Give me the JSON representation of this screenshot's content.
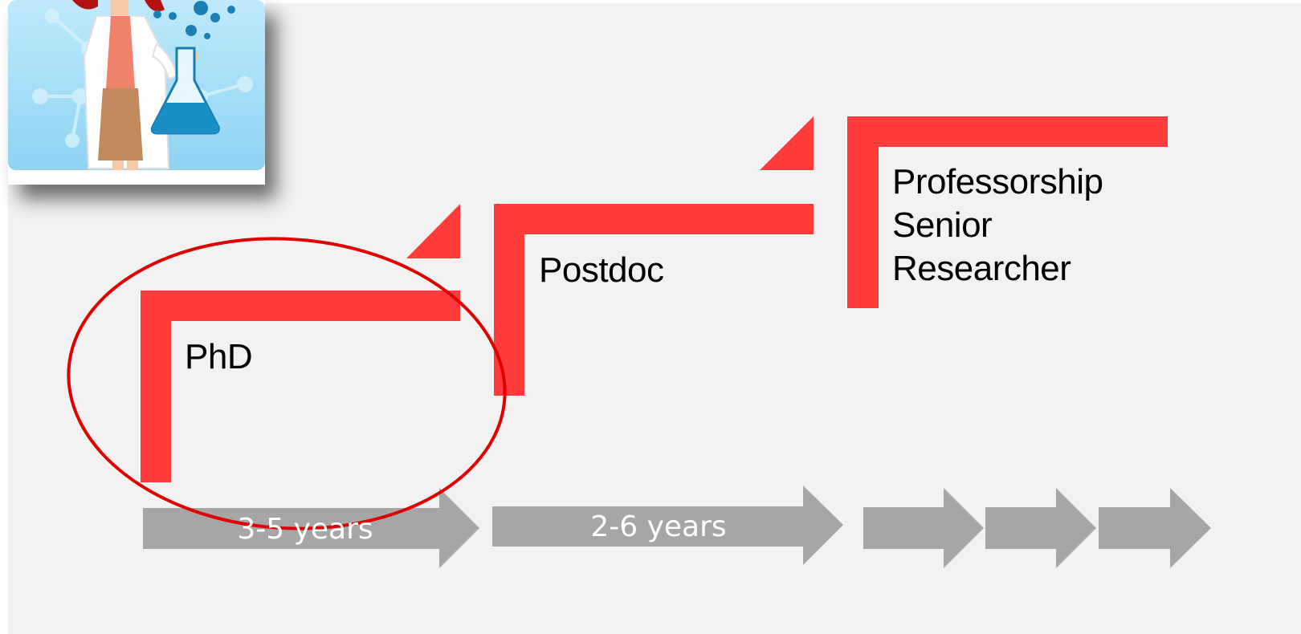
{
  "stages": [
    {
      "label": "PhD",
      "duration": "3-5 years",
      "highlighted": true
    },
    {
      "label": "Postdoc",
      "duration": "2-6 years",
      "highlighted": false
    },
    {
      "label": "Professorship\nSenior\nResearcher",
      "duration": "",
      "highlighted": false
    }
  ],
  "colors": {
    "background": "#f2f2f2",
    "stair_red": "#ff3b3b",
    "arrow_gray": "#a6a6a6",
    "highlight_ellipse": "#e00000"
  },
  "icons": {
    "illustration": "scientist-with-flask-illustration"
  }
}
